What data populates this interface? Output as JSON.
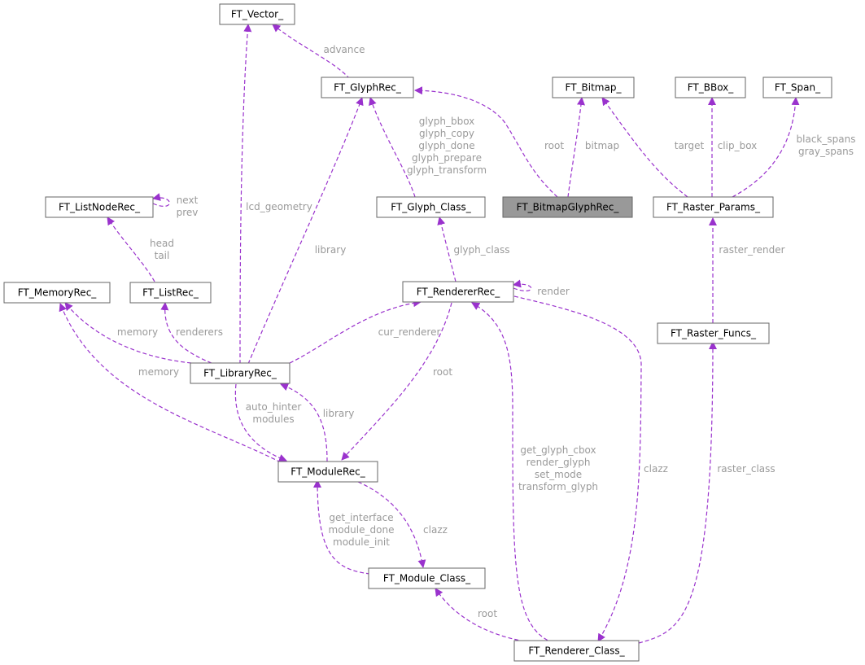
{
  "colors": {
    "edge": "#9a32cd",
    "label": "#9a9a9a",
    "highlight_fill": "#999999",
    "border": "#666666"
  },
  "nodes": {
    "vector": "FT_Vector_",
    "glyphrec": "FT_GlyphRec_",
    "bitmap": "FT_Bitmap_",
    "bbox": "FT_BBox_",
    "span": "FT_Span_",
    "listnode": "FT_ListNodeRec_",
    "glyphclass": "FT_Glyph_Class_",
    "bitmapglyph": "FT_BitmapGlyphRec_",
    "rasterparams": "FT_Raster_Params_",
    "memory": "FT_MemoryRec_",
    "listrec": "FT_ListRec_",
    "renderer": "FT_RendererRec_",
    "rasterfuncs": "FT_Raster_Funcs_",
    "library": "FT_LibraryRec_",
    "module": "FT_ModuleRec_",
    "moduleclass": "FT_Module_Class_",
    "rendererclass": "FT_Renderer_Class_"
  },
  "edge_labels": {
    "advance": [
      "advance"
    ],
    "root_glyph": [
      "root"
    ],
    "bitmap": [
      "bitmap"
    ],
    "target": [
      "target"
    ],
    "clip_box": [
      "clip_box"
    ],
    "spans": [
      "black_spans",
      "gray_spans"
    ],
    "glyph_funcs": [
      "glyph_bbox",
      "glyph_copy",
      "glyph_done",
      "glyph_prepare",
      "glyph_transform"
    ],
    "listnode_self": [
      "next",
      "prev"
    ],
    "lcd_geometry": [
      "lcd_geometry"
    ],
    "library_glyph": [
      "library"
    ],
    "head_tail": [
      "head",
      "tail"
    ],
    "glyph_class": [
      "glyph_class"
    ],
    "raster_render": [
      "raster_render"
    ],
    "render_self": [
      "render"
    ],
    "memory_lib": [
      "memory"
    ],
    "renderers": [
      "renderers"
    ],
    "cur_renderer": [
      "cur_renderer"
    ],
    "memory_mod": [
      "memory"
    ],
    "root_module": [
      "root"
    ],
    "auto_hinter": [
      "auto_hinter",
      "modules"
    ],
    "library_module": [
      "library"
    ],
    "renderer_funcs": [
      "get_glyph_cbox",
      "render_glyph",
      "set_mode",
      "transform_glyph"
    ],
    "clazz_renderer": [
      "clazz"
    ],
    "raster_class": [
      "raster_class"
    ],
    "module_funcs": [
      "get_interface",
      "module_done",
      "module_init"
    ],
    "clazz_module": [
      "clazz"
    ],
    "root_class": [
      "root"
    ]
  }
}
